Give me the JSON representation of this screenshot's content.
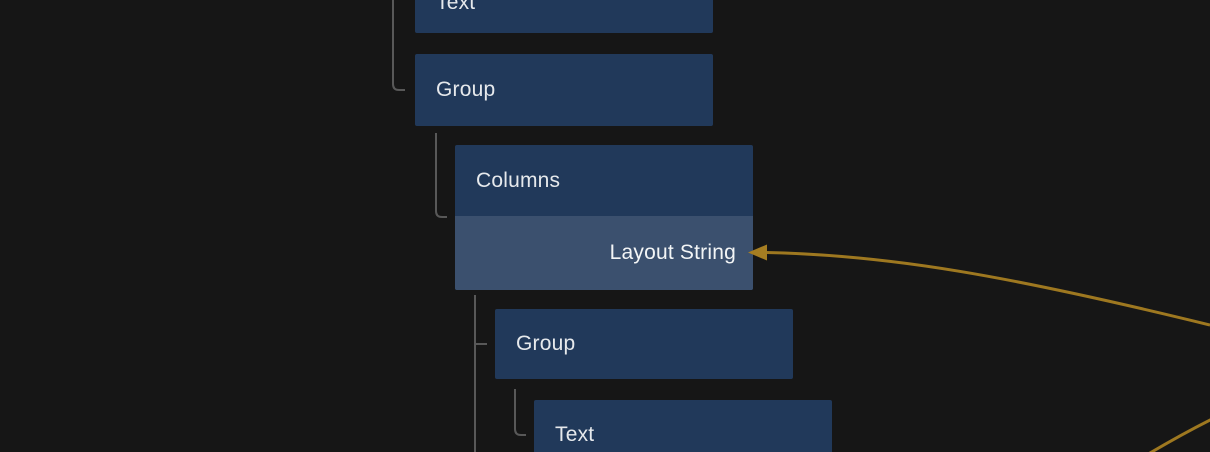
{
  "theme": {
    "background_color": "#161616",
    "node_fill_color": "#21395A",
    "port_fill_color": "#3B506E",
    "node_text_color": "#E6E9EC",
    "port_text_color": "#F3F5F6",
    "tree_connector_color": "#585858",
    "wire_color": "#9E7820"
  },
  "nodes": [
    {
      "label": "Text"
    },
    {
      "label": "Group"
    },
    {
      "label": "Columns",
      "ports": [
        {
          "label": "Layout String"
        }
      ]
    },
    {
      "label": "Group"
    },
    {
      "label": "Text"
    }
  ]
}
